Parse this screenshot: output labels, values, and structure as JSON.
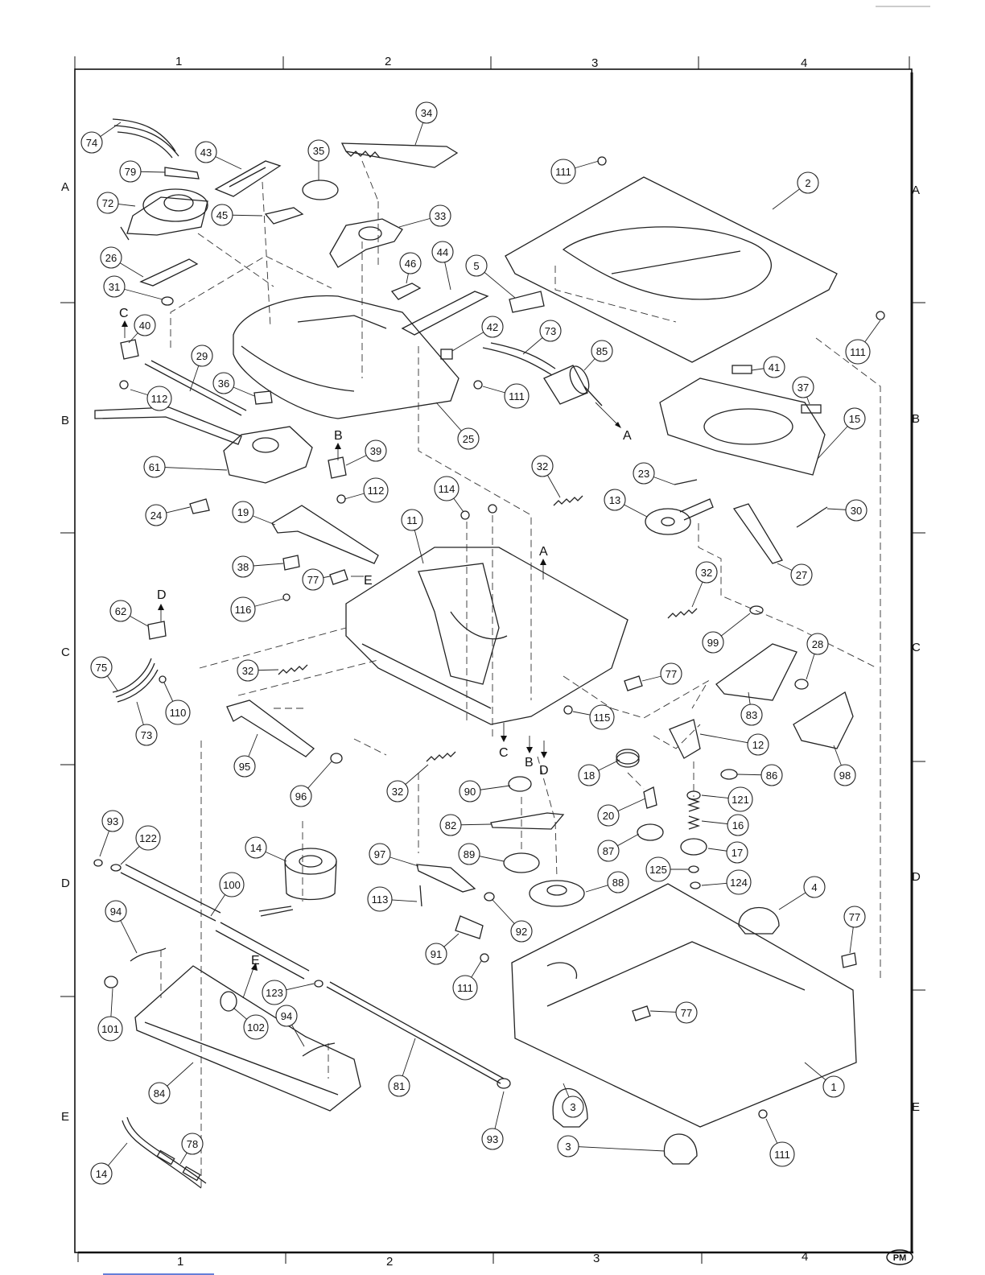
{
  "frame": {
    "columns": [
      "1",
      "2",
      "3",
      "4"
    ],
    "rows": [
      "A",
      "B",
      "C",
      "D",
      "E"
    ],
    "logo": "PM"
  },
  "callouts": [
    {
      "id": "c74",
      "n": "74"
    },
    {
      "id": "c79",
      "n": "79"
    },
    {
      "id": "c72",
      "n": "72"
    },
    {
      "id": "c43",
      "n": "43"
    },
    {
      "id": "c35",
      "n": "35"
    },
    {
      "id": "c34",
      "n": "34"
    },
    {
      "id": "c45",
      "n": "45"
    },
    {
      "id": "c33",
      "n": "33"
    },
    {
      "id": "c111a",
      "n": "111"
    },
    {
      "id": "c2",
      "n": "2"
    },
    {
      "id": "c26",
      "n": "26"
    },
    {
      "id": "c46",
      "n": "46"
    },
    {
      "id": "c44",
      "n": "44"
    },
    {
      "id": "c5",
      "n": "5"
    },
    {
      "id": "c31",
      "n": "31"
    },
    {
      "id": "c40",
      "n": "40"
    },
    {
      "id": "c42",
      "n": "42"
    },
    {
      "id": "c73a",
      "n": "73"
    },
    {
      "id": "c85",
      "n": "85"
    },
    {
      "id": "c111b",
      "n": "111"
    },
    {
      "id": "c29",
      "n": "29"
    },
    {
      "id": "c36",
      "n": "36"
    },
    {
      "id": "c111c",
      "n": "111"
    },
    {
      "id": "c41",
      "n": "41"
    },
    {
      "id": "c37",
      "n": "37"
    },
    {
      "id": "c112a",
      "n": "112"
    },
    {
      "id": "c25",
      "n": "25"
    },
    {
      "id": "c15",
      "n": "15"
    },
    {
      "id": "c39",
      "n": "39"
    },
    {
      "id": "c61",
      "n": "61"
    },
    {
      "id": "c32a",
      "n": "32"
    },
    {
      "id": "c23",
      "n": "23"
    },
    {
      "id": "c112b",
      "n": "112"
    },
    {
      "id": "c114",
      "n": "114"
    },
    {
      "id": "c24",
      "n": "24"
    },
    {
      "id": "c13",
      "n": "13"
    },
    {
      "id": "c30",
      "n": "30"
    },
    {
      "id": "c19",
      "n": "19"
    },
    {
      "id": "c11",
      "n": "11"
    },
    {
      "id": "c27",
      "n": "27"
    },
    {
      "id": "c38",
      "n": "38"
    },
    {
      "id": "c77a",
      "n": "77"
    },
    {
      "id": "c32b",
      "n": "32"
    },
    {
      "id": "c116",
      "n": "116"
    },
    {
      "id": "c62",
      "n": "62"
    },
    {
      "id": "c99",
      "n": "99"
    },
    {
      "id": "c28",
      "n": "28"
    },
    {
      "id": "c32c",
      "n": "32"
    },
    {
      "id": "c77b",
      "n": "77"
    },
    {
      "id": "c75",
      "n": "75"
    },
    {
      "id": "c110",
      "n": "110"
    },
    {
      "id": "c83",
      "n": "83"
    },
    {
      "id": "c115",
      "n": "115"
    },
    {
      "id": "c73b",
      "n": "73"
    },
    {
      "id": "c12",
      "n": "12"
    },
    {
      "id": "c95",
      "n": "95"
    },
    {
      "id": "c18",
      "n": "18"
    },
    {
      "id": "c86",
      "n": "86"
    },
    {
      "id": "c98",
      "n": "98"
    },
    {
      "id": "c96",
      "n": "96"
    },
    {
      "id": "c32d",
      "n": "32"
    },
    {
      "id": "c90",
      "n": "90"
    },
    {
      "id": "c121",
      "n": "121"
    },
    {
      "id": "c20",
      "n": "20"
    },
    {
      "id": "c93a",
      "n": "93"
    },
    {
      "id": "c122",
      "n": "122"
    },
    {
      "id": "c82",
      "n": "82"
    },
    {
      "id": "c16",
      "n": "16"
    },
    {
      "id": "c14a",
      "n": "14"
    },
    {
      "id": "c87",
      "n": "87"
    },
    {
      "id": "c17",
      "n": "17"
    },
    {
      "id": "c97",
      "n": "97"
    },
    {
      "id": "c89",
      "n": "89"
    },
    {
      "id": "c125",
      "n": "125"
    },
    {
      "id": "c100",
      "n": "100"
    },
    {
      "id": "c124",
      "n": "124"
    },
    {
      "id": "c4",
      "n": "4"
    },
    {
      "id": "c113",
      "n": "113"
    },
    {
      "id": "c88",
      "n": "88"
    },
    {
      "id": "c94a",
      "n": "94"
    },
    {
      "id": "c92",
      "n": "92"
    },
    {
      "id": "c77c",
      "n": "77"
    },
    {
      "id": "c91",
      "n": "91"
    },
    {
      "id": "c111d",
      "n": "111"
    },
    {
      "id": "c123",
      "n": "123"
    },
    {
      "id": "c101",
      "n": "101"
    },
    {
      "id": "c102",
      "n": "102"
    },
    {
      "id": "c94b",
      "n": "94"
    },
    {
      "id": "c77d",
      "n": "77"
    },
    {
      "id": "c81",
      "n": "81"
    },
    {
      "id": "c84",
      "n": "84"
    },
    {
      "id": "c1",
      "n": "1"
    },
    {
      "id": "c93b",
      "n": "93"
    },
    {
      "id": "c3a",
      "n": "3"
    },
    {
      "id": "c78",
      "n": "78"
    },
    {
      "id": "c3b",
      "n": "3"
    },
    {
      "id": "c111e",
      "n": "111"
    },
    {
      "id": "c14b",
      "n": "14"
    }
  ],
  "connection_marks": [
    {
      "id": "mC1",
      "t": "C"
    },
    {
      "id": "mB1",
      "t": "B"
    },
    {
      "id": "mA1",
      "t": "A"
    },
    {
      "id": "mA2",
      "t": "A"
    },
    {
      "id": "mD1",
      "t": "D"
    },
    {
      "id": "mE1",
      "t": "E"
    },
    {
      "id": "mC2",
      "t": "C"
    },
    {
      "id": "mB2",
      "t": "B"
    },
    {
      "id": "mD2",
      "t": "D"
    },
    {
      "id": "mE2",
      "t": "E"
    }
  ]
}
